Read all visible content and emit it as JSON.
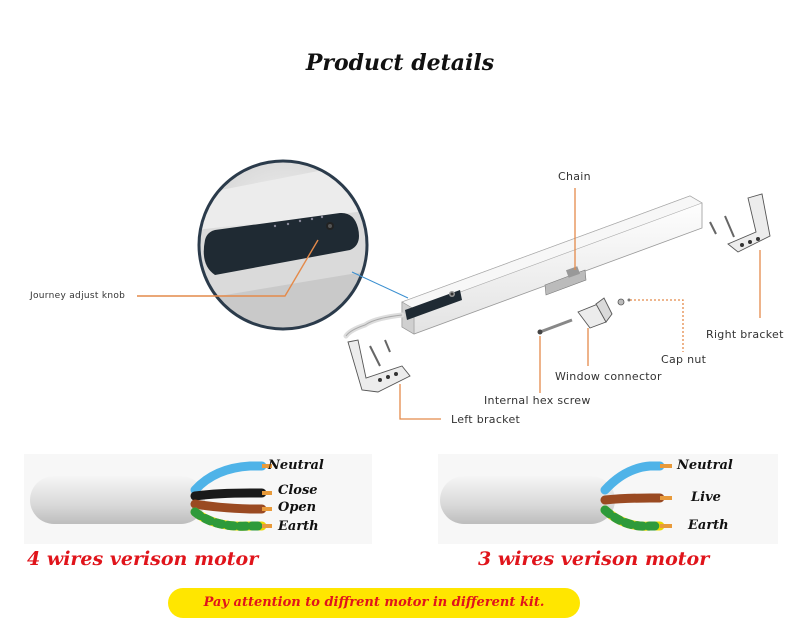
{
  "title": "Product details",
  "diagram": {
    "labels": {
      "chain": "Chain",
      "journey_knob": "Journey adjust knob",
      "right_bracket": "Right   bracket",
      "cap_nut": "Cap   nut",
      "window_connector": "Window    connector",
      "internal_hex_screw": "Internal    hex    screw",
      "left_bracket": "Left   bracket"
    }
  },
  "wiring": {
    "four_wire": {
      "labels": [
        "Neutral",
        "Close",
        "Open",
        "Earth"
      ],
      "caption": "4 wires verison motor"
    },
    "three_wire": {
      "labels": [
        "Neutral",
        "Live",
        "Earth"
      ],
      "caption": "3 wires verison motor"
    }
  },
  "notice": "Pay attention to diffrent motor in different kit.",
  "colors": {
    "accent_line": "#e48a4a",
    "caption_red": "#e0141b",
    "notice_bg": "#ffe600",
    "wire_blue": "#4fb3e8",
    "wire_brown": "#9a4a22",
    "wire_black": "#1a1a1a",
    "wire_earth_yellow": "#e8d800",
    "wire_earth_green": "#2e9a3a",
    "copper": "#e89a3a"
  }
}
